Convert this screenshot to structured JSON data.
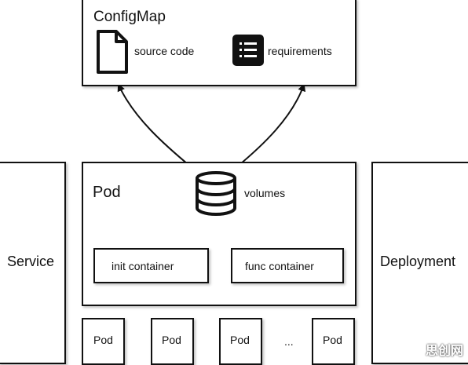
{
  "configmap": {
    "title": "ConfigMap",
    "source_code_label": "source code",
    "requirements_label": "requirements"
  },
  "pod": {
    "title": "Pod",
    "volumes_label": "volumes",
    "init_container_label": "init container",
    "func_container_label": "func container"
  },
  "service": {
    "label": "Service"
  },
  "deployment": {
    "label": "Deployment"
  },
  "replica_row": {
    "pod1": "Pod",
    "pod2": "Pod",
    "pod3": "Pod",
    "ellipsis": "...",
    "pod4": "Pod"
  },
  "watermark": {
    "text": "思创网"
  },
  "icons": {
    "source_code": "file-icon",
    "requirements": "list-icon",
    "volumes": "database-icon"
  }
}
